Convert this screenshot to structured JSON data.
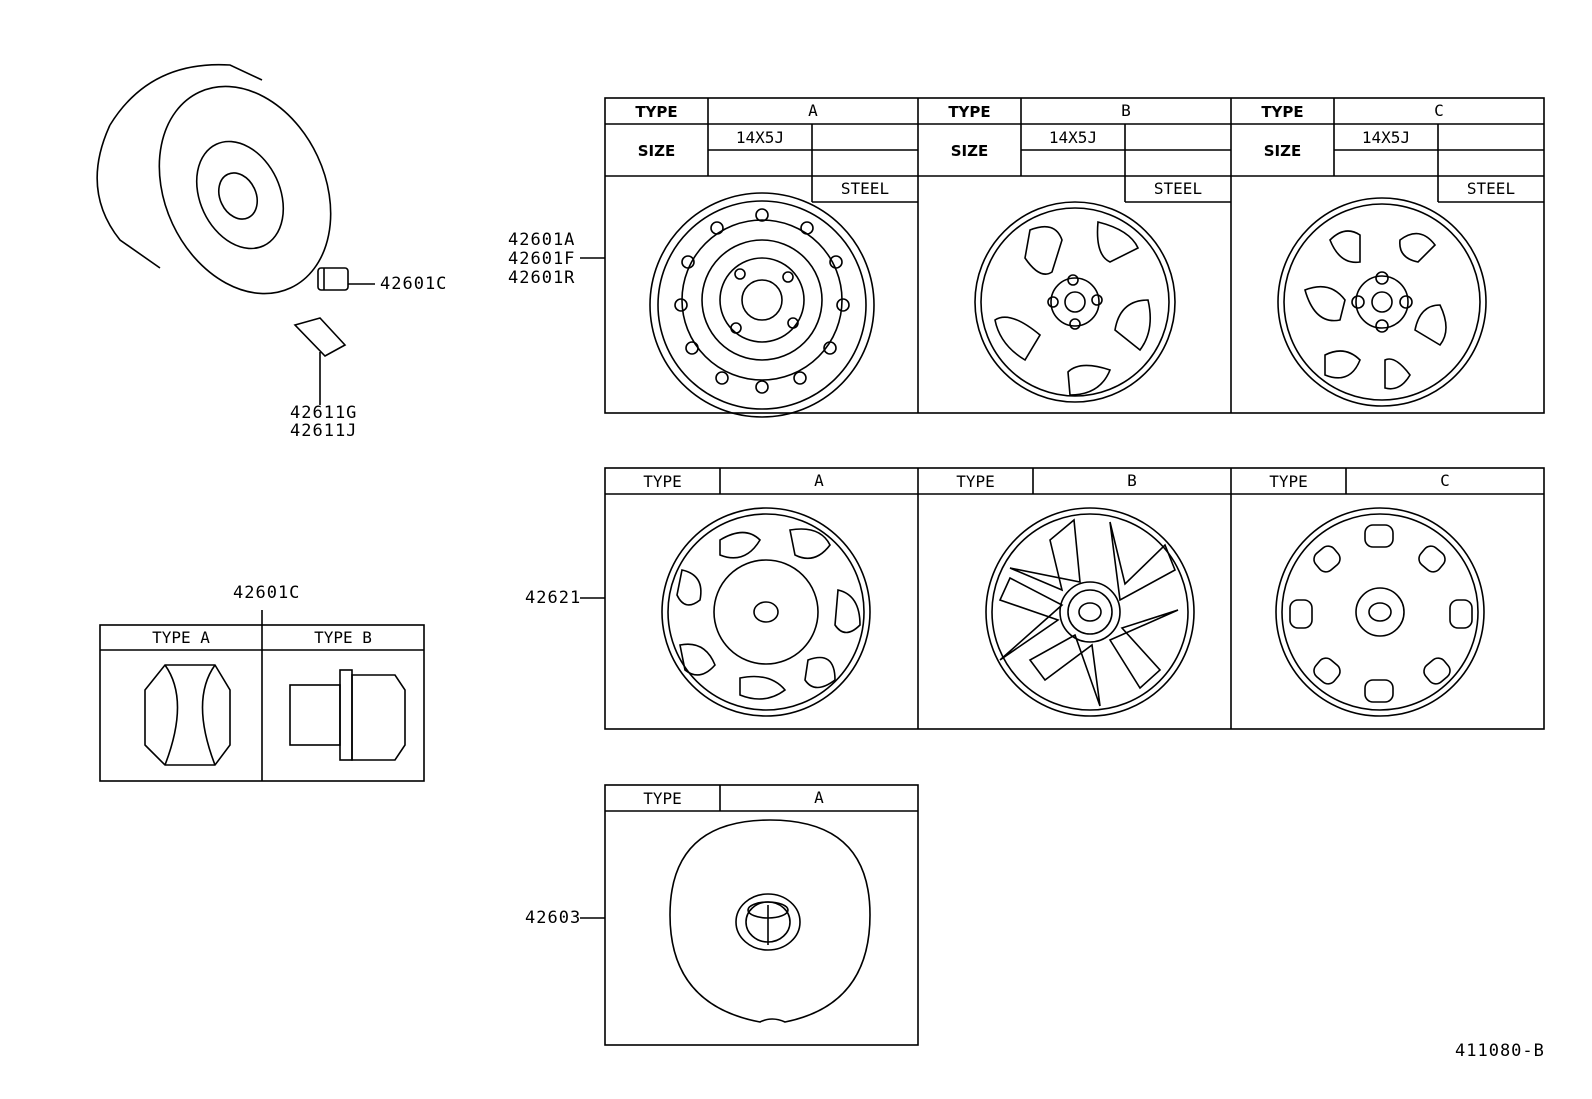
{
  "tire_group": {
    "valve_part": "42601C",
    "valve_stem_parts": [
      "42611G",
      "42611J"
    ]
  },
  "nut_group": {
    "part": "42601C",
    "types": [
      "TYPE A",
      "TYPE B"
    ]
  },
  "wheel_table": {
    "parts": [
      "42601A",
      "42601F",
      "42601R"
    ],
    "type_label": "TYPE",
    "size_label": "SIZE",
    "columns": [
      {
        "type": "A",
        "size": "14X5J",
        "material": "STEEL"
      },
      {
        "type": "B",
        "size": "14X5J",
        "material": "STEEL"
      },
      {
        "type": "C",
        "size": "14X5J",
        "material": "STEEL"
      }
    ]
  },
  "cover_table": {
    "part": "42621",
    "type_label": "TYPE",
    "columns": [
      "A",
      "B",
      "C"
    ]
  },
  "cap_table": {
    "part": "42603",
    "type_label": "TYPE",
    "columns": [
      "A"
    ]
  },
  "diagram_id": "411080-B"
}
